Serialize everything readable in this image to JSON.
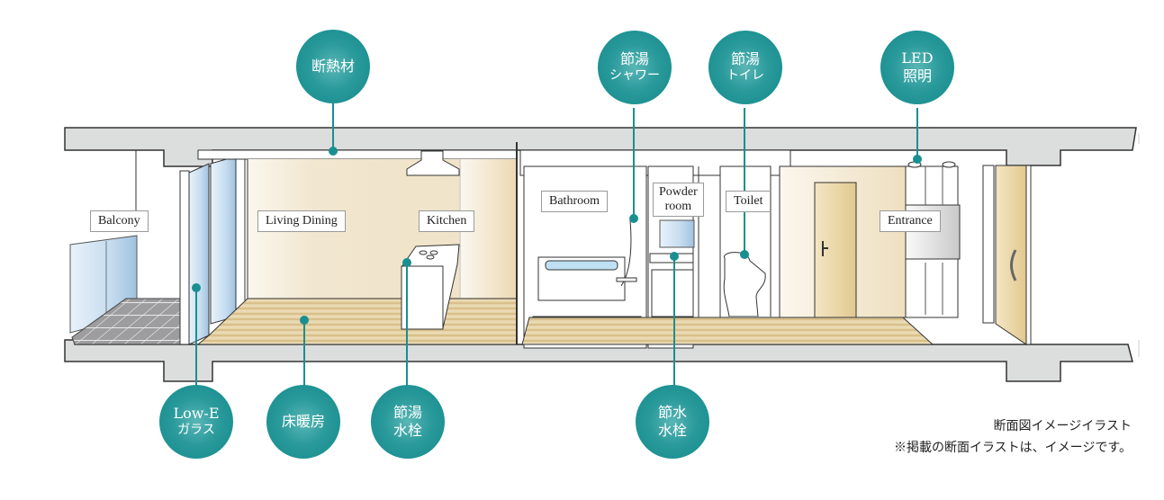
{
  "colors": {
    "accent": "#1a8f91",
    "slab": "#dcdddd",
    "outline": "#333333",
    "wall_cream": "#efe3c8",
    "floor_wood": "#e3cf9e",
    "glass_blue": "#cfe3f2",
    "door_wood": "#e9d3a0"
  },
  "rooms": {
    "balcony": "Balcony",
    "living_dining": "Living Dining",
    "kitchen": "Kitchen",
    "bathroom": "Bathroom",
    "powder_room_line1": "Powder",
    "powder_room_line2": "room",
    "toilet": "Toilet",
    "entrance": "Entrance"
  },
  "features_top": [
    {
      "id": "insulation",
      "line1": "断熱材",
      "line2": ""
    },
    {
      "id": "water-saving-shower",
      "line1": "節湯",
      "line2": "シャワー"
    },
    {
      "id": "water-saving-toilet",
      "line1": "節湯",
      "line2": "トイレ"
    },
    {
      "id": "led-lighting",
      "line1": "LED",
      "line2": "照明"
    }
  ],
  "features_bottom": [
    {
      "id": "low-e-glass",
      "line1": "Low-E",
      "line2": "ガラス"
    },
    {
      "id": "floor-heating",
      "line1": "床暖房",
      "line2": ""
    },
    {
      "id": "water-saving-faucet",
      "line1": "節湯",
      "line2": "水栓"
    },
    {
      "id": "water-conserving-faucet",
      "line1": "節水",
      "line2": "水栓"
    }
  ],
  "caption": {
    "line1": "断面図イメージイラスト",
    "line2": "※掲載の断面イラストは、イメージです。"
  }
}
